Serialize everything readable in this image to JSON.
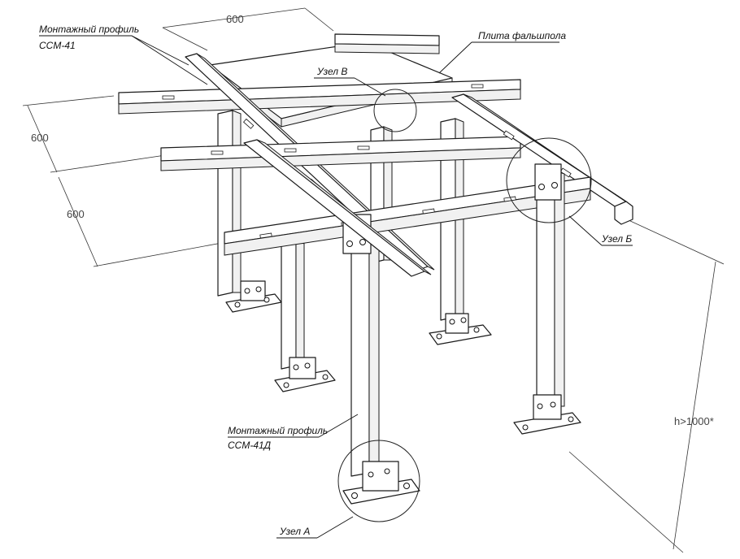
{
  "dimensions": {
    "top_width": "600",
    "left_depth": "600",
    "left_lower": "600",
    "height": "h>1000*"
  },
  "callouts": {
    "rail_profile_line1": "Монтажный профиль",
    "rail_profile_line2": "CCM-41",
    "floor_tile": "Плита фальшпола",
    "node_v": "Узел В",
    "node_b": "Узел Б",
    "post_profile_line1": "Монтажный профиль",
    "post_profile_line2": "CCM-41Д",
    "node_a": "Узел А"
  },
  "colors": {
    "line": "#1a1a1a",
    "background": "#ffffff"
  }
}
